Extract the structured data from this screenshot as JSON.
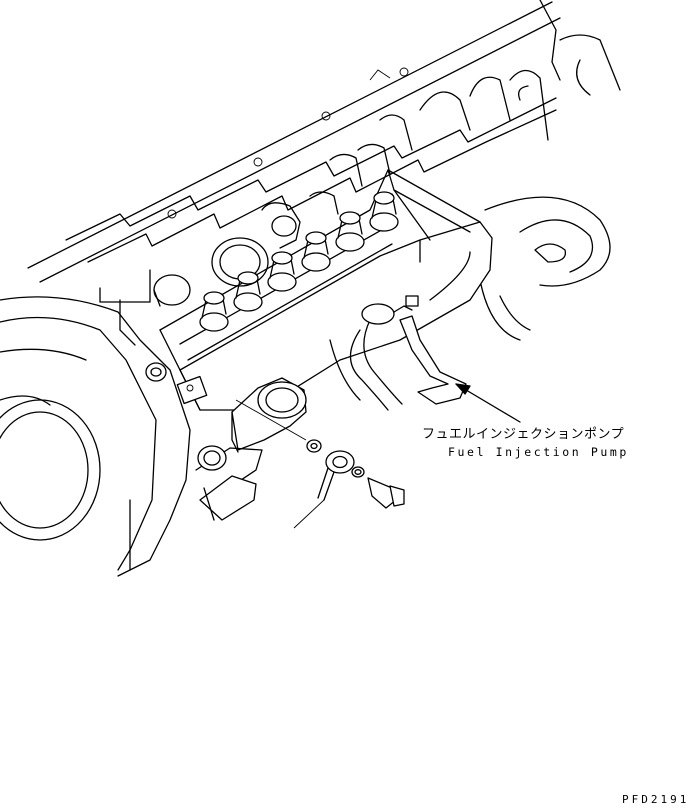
{
  "callouts": {
    "pump_label_jp": "フュエルインジェクションポンプ",
    "pump_label_en": "Fuel Injection Pump"
  },
  "drawing_code": "PFD2191"
}
